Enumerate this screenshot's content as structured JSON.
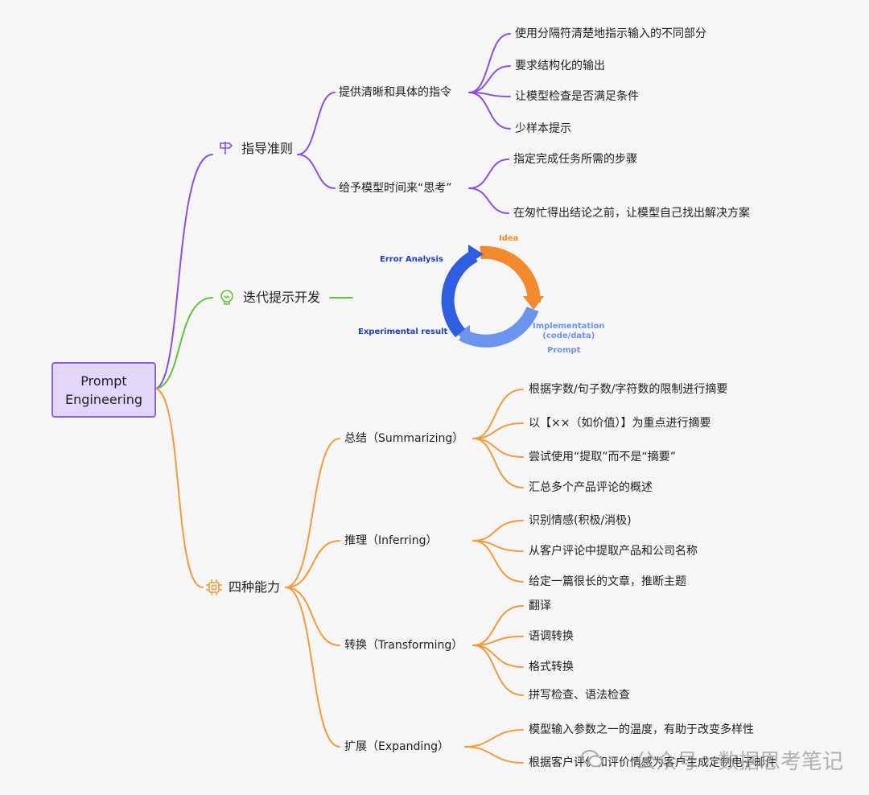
{
  "root": {
    "label": "Prompt\nEngineering"
  },
  "branches": {
    "guidelines": {
      "label": "指导准则",
      "icon": "signpost-icon",
      "color": "#8b4fe6",
      "sub1": {
        "label": "提供清晰和具体的指令",
        "items": [
          "使用分隔符清楚地指示输入的不同部分",
          "要求结构化的输出",
          "让模型检查是否满足条件",
          "少样本提示"
        ]
      },
      "sub2": {
        "label": "给予模型时间来“思考”",
        "items": [
          "指定完成任务所需的步骤",
          "在匆忙得出结论之前，让模型自己找出解决方案"
        ]
      }
    },
    "iterative": {
      "label": "迭代提示开发",
      "icon": "lightbulb-icon",
      "color": "#62c43a",
      "cycle": {
        "idea": "Idea",
        "implementation": "Implementation\n(code/data)",
        "prompt": "Prompt",
        "experimental_result": "Experimental result",
        "error_analysis": "Error Analysis",
        "colors": {
          "orange": "#f08a2c",
          "light_blue": "#6b94ef",
          "blue": "#2f5fe0",
          "dark_blue": "#1d3fb8"
        }
      }
    },
    "abilities": {
      "label": "四种能力",
      "icon": "chip-icon",
      "color": "#f39a3a",
      "summarizing": {
        "label": "总结（Summarizing）",
        "items": [
          "根据字数/句子数/字符数的限制进行摘要",
          "以【××（如价值）】为重点进行摘要",
          "尝试使用“提取”而不是“摘要”",
          "汇总多个产品评论的概述"
        ]
      },
      "inferring": {
        "label": "推理（Inferring）",
        "items": [
          "识别情感(积极/消极)",
          "从客户评论中提取产品和公司名称",
          "给定一篇很长的文章，推断主题"
        ]
      },
      "transforming": {
        "label": "转换（Transforming）",
        "items": [
          "翻译",
          "语调转换",
          "格式转换",
          "拼写检查、语法检查"
        ]
      },
      "expanding": {
        "label": "扩展（Expanding）",
        "items": [
          "模型输入参数之一的温度，有助于改变多样性",
          "根据客户评价和评价情感为客户生成定制电子邮件"
        ]
      }
    }
  },
  "watermark": {
    "text": "公众号 · 数据思考笔记",
    "icon": "wechat-icon"
  }
}
